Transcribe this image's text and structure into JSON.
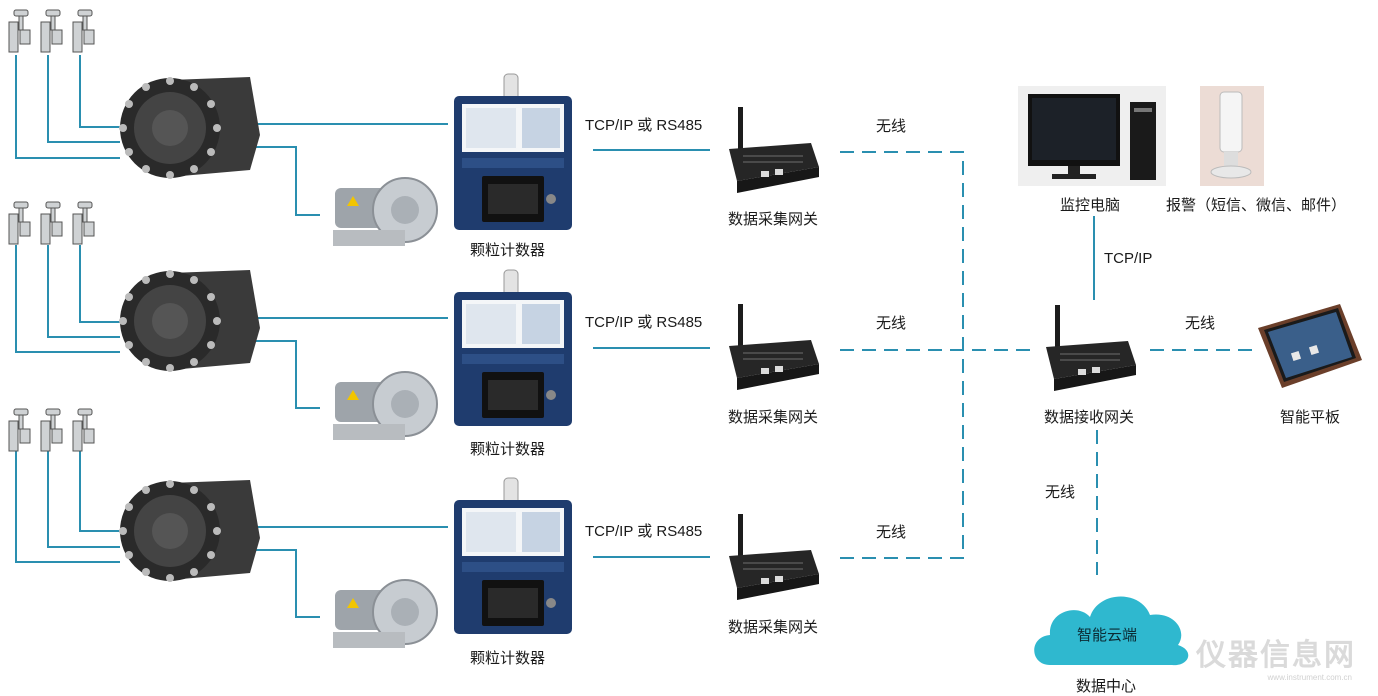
{
  "labels": {
    "particle_counter": "颗粒计数器",
    "link_protocol": "TCP/IP 或 RS485",
    "wireless": "无线",
    "collection_gateway": "数据采集网关",
    "receiving_gateway": "数据接收网关",
    "monitor_pc": "监控电脑",
    "alarm": "报警（短信、微信、邮件）",
    "tcpip": "TCP/IP",
    "tablet": "智能平板",
    "cloud": "智能云端",
    "data_center": "数据中心"
  },
  "watermark": {
    "text": "仪器信息网",
    "sub": "www.instrument.com.cn"
  },
  "colors": {
    "wire": "#2a8fb0",
    "dashed_link": "#2a8fb0",
    "cloud": "#2fb8cf",
    "device_dark": "#2d2d2d",
    "counter_blue": "#1f3c6e"
  },
  "icons": {
    "probe": "sampling-probe-icon",
    "manifold": "sequential-manifold-icon",
    "blower": "vacuum-blower-icon",
    "counter": "particle-counter-icon",
    "gateway": "wireless-gateway-icon",
    "pc": "desktop-computer-icon",
    "alarm": "alarm-beacon-icon",
    "tablet": "tablet-icon",
    "cloud": "cloud-icon"
  }
}
